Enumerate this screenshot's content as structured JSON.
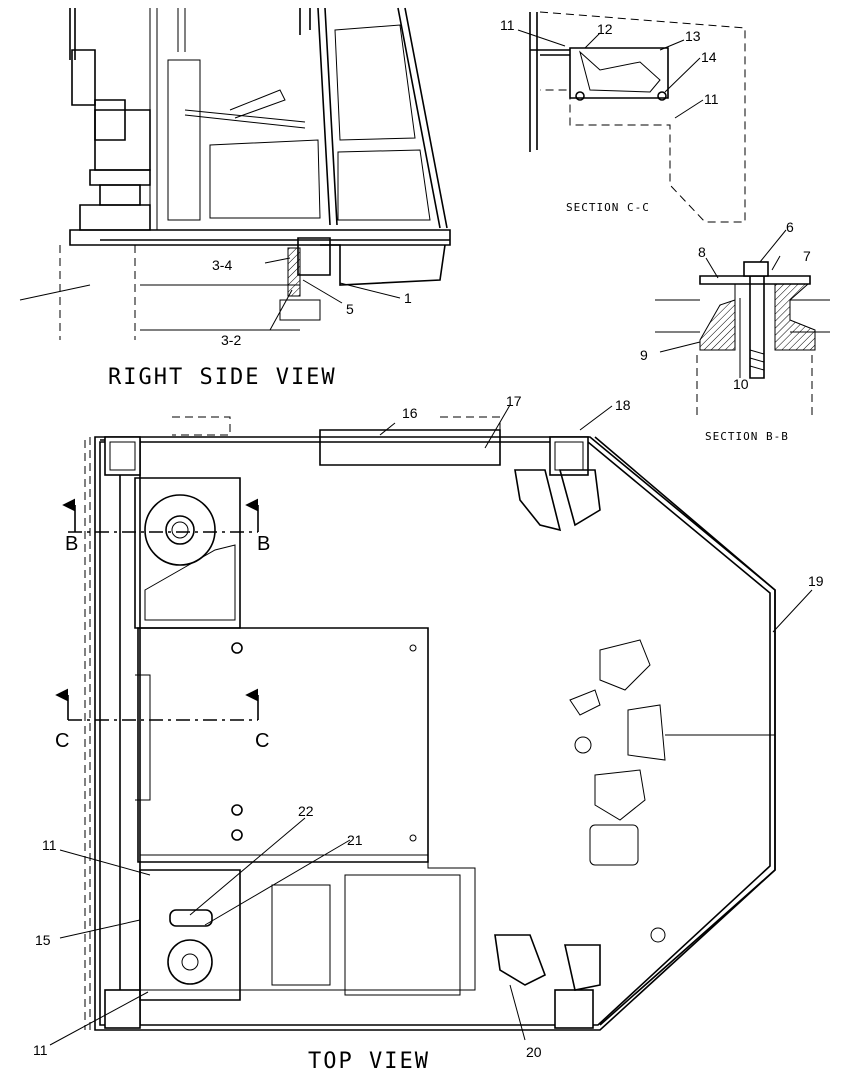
{
  "views": {
    "right_side": "RIGHT SIDE VIEW",
    "top": "TOP VIEW",
    "section_cc": "SECTION C-C",
    "section_bb": "SECTION B-B"
  },
  "cut_letters": {
    "b": "B",
    "c": "C"
  },
  "callouts": {
    "c1": "1",
    "c3_4": "3-4",
    "c3_2": "3-2",
    "c5": "5",
    "c6": "6",
    "c7": "7",
    "c8": "8",
    "c9": "9",
    "c10": "10",
    "c11": "11",
    "c12": "12",
    "c13": "13",
    "c14": "14",
    "c15": "15",
    "c16": "16",
    "c17": "17",
    "c18": "18",
    "c19": "19",
    "c20": "20",
    "c21": "21",
    "c22": "22"
  }
}
